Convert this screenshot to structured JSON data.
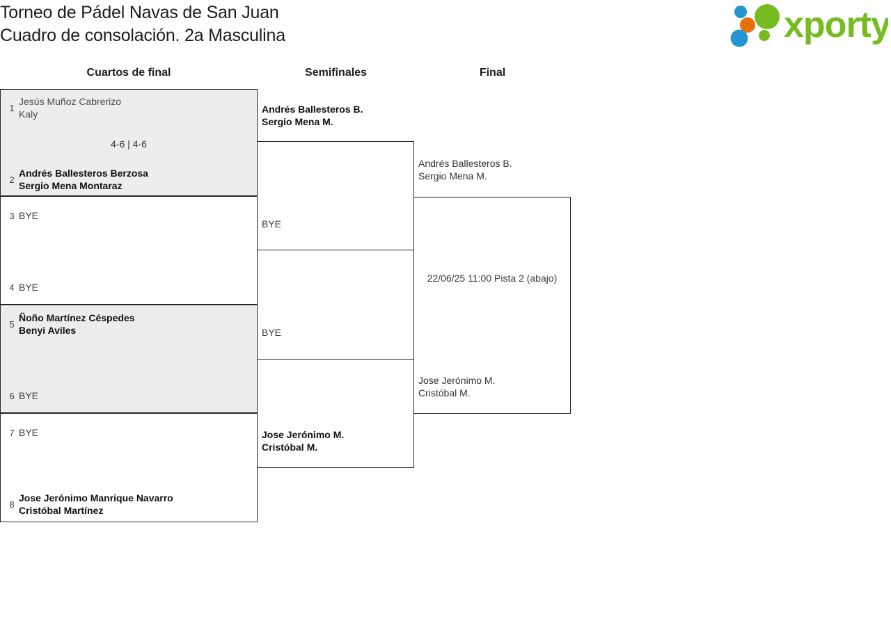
{
  "header": {
    "title_line1": "Torneo de Pádel Navas de San Juan",
    "title_line2": "Cuadro de consolación. 2a Masculina",
    "logo_text": "xporty",
    "logo_colors": {
      "green": "#76bc21",
      "orange": "#e8700a",
      "blue": "#2196d3"
    }
  },
  "rounds": {
    "quarterfinals_label": "Cuartos de final",
    "semifinals_label": "Semifinales",
    "final_label": "Final"
  },
  "bracket": {
    "quarterfinals": [
      {
        "shaded": true,
        "top": {
          "seed": "1",
          "players": [
            "Jesús Muñoz Cabrerizo",
            "Kaly"
          ],
          "state": "loser"
        },
        "score": "4-6 | 4-6",
        "bottom": {
          "seed": "2",
          "players": [
            "Andrés Ballesteros Berzosa",
            "Sergio Mena Montaraz"
          ],
          "state": "winner"
        }
      },
      {
        "shaded": false,
        "top": {
          "seed": "3",
          "players": [
            "BYE"
          ],
          "state": "bye"
        },
        "score": "",
        "bottom": {
          "seed": "4",
          "players": [
            "BYE"
          ],
          "state": "bye"
        }
      },
      {
        "shaded": true,
        "top": {
          "seed": "5",
          "players": [
            "Ñoño Martínez Céspedes",
            "Benyi Aviles"
          ],
          "state": "winner"
        },
        "score": "",
        "bottom": {
          "seed": "6",
          "players": [
            "BYE"
          ],
          "state": "bye"
        }
      },
      {
        "shaded": false,
        "top": {
          "seed": "7",
          "players": [
            "BYE"
          ],
          "state": "bye"
        },
        "score": "",
        "bottom": {
          "seed": "8",
          "players": [
            "Jose Jerónimo Manrique Navarro",
            "Cristóbal Martínez"
          ],
          "state": "winner"
        }
      }
    ],
    "semifinals": [
      {
        "top": {
          "players": [
            "Andrés Ballesteros B.",
            "Sergio Mena M."
          ],
          "state": "winner"
        },
        "bottom": {
          "players": [
            "BYE"
          ],
          "state": "bye"
        }
      },
      {
        "top": {
          "players": [
            "BYE"
          ],
          "state": "bye"
        },
        "bottom": {
          "players": [
            "Jose Jerónimo M.",
            "Cristóbal M."
          ],
          "state": "winner"
        }
      }
    ],
    "final": {
      "top": {
        "players": [
          "Andrés Ballesteros B.",
          "Sergio Mena M."
        ],
        "state": "pending"
      },
      "bottom": {
        "players": [
          "Jose Jerónimo M.",
          "Cristóbal M."
        ],
        "state": "pending"
      },
      "schedule": "22/06/25 11:00 Pista 2 (abajo)"
    }
  }
}
